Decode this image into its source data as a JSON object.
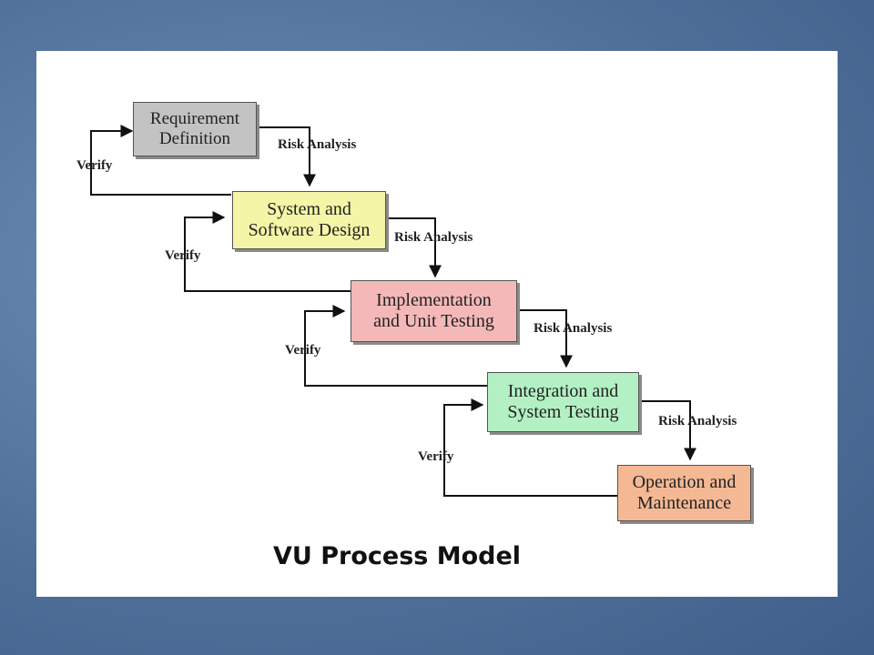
{
  "diagram": {
    "title": "VU Process Model",
    "verify_label": "Verify",
    "risk_label": "Risk Analysis",
    "stages": [
      {
        "line1": "Requirement",
        "line2": "Definition",
        "color": "#c3c3c3"
      },
      {
        "line1": "System and",
        "line2": "Software Design",
        "color": "#f4f5a6"
      },
      {
        "line1": "Implementation",
        "line2": "and Unit Testing",
        "color": "#f5b8b8"
      },
      {
        "line1": "Integration and",
        "line2": "System Testing",
        "color": "#b3f0c3"
      },
      {
        "line1": "Operation and",
        "line2": "Maintenance",
        "color": "#f4b894"
      }
    ]
  }
}
